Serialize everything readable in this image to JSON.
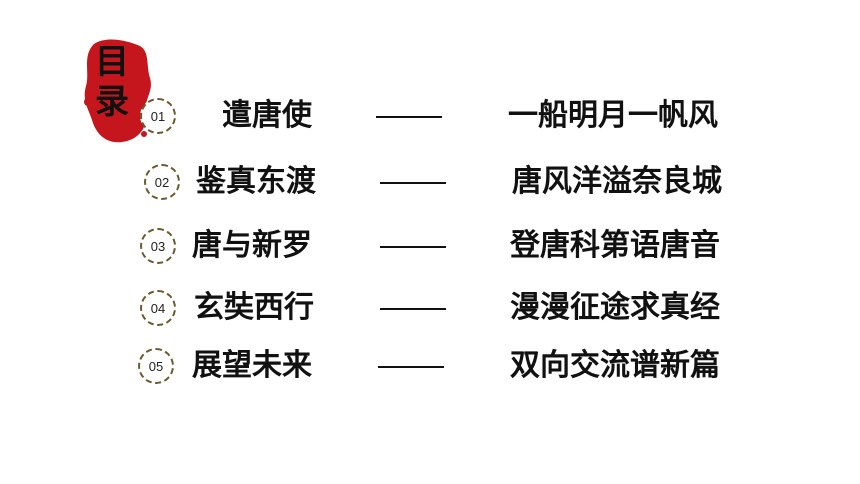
{
  "heading": {
    "line1": "目",
    "line2": "录"
  },
  "seal_color": "#c4161c",
  "circle_color": "#6b5a2c",
  "items": [
    {
      "num": "01",
      "topic": "遣唐使",
      "dash": "——",
      "desc": "一船明月一帆风"
    },
    {
      "num": "02",
      "topic": "鉴真东渡",
      "dash": "——",
      "desc": "唐风洋溢奈良城"
    },
    {
      "num": "03",
      "topic": "唐与新罗",
      "dash": "——",
      "desc": "登唐科第语唐音"
    },
    {
      "num": "04",
      "topic": "玄奘西行",
      "dash": "——",
      "desc": "漫漫征途求真经"
    },
    {
      "num": "05",
      "topic": "展望未来",
      "dash": "——",
      "desc": "双向交流谱新篇"
    }
  ]
}
